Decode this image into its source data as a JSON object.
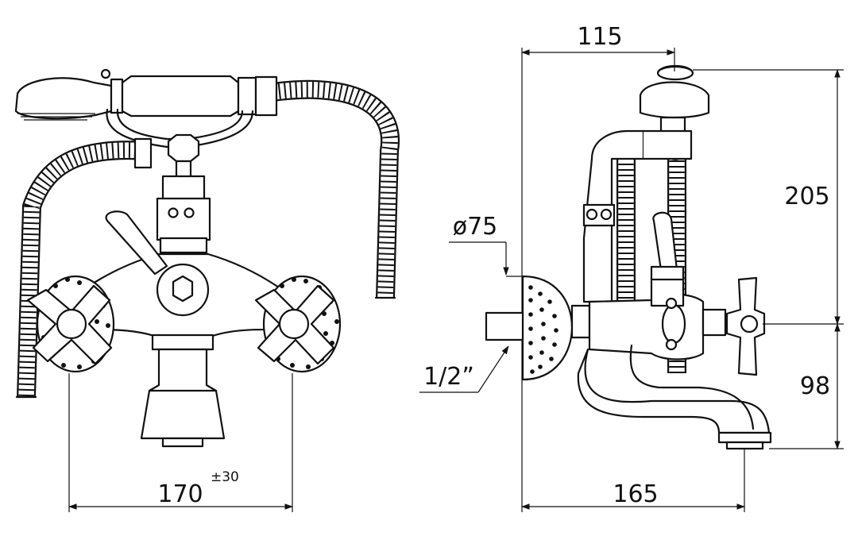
{
  "drawing": {
    "front_view": {
      "width_label": "170",
      "tolerance_label": "±30"
    },
    "side_view": {
      "projection_label": "115",
      "depth_label": "165",
      "height_label": "205",
      "spout_height_label": "98",
      "flange_diameter_label": "ø75",
      "thread_label": "1/2”"
    }
  }
}
